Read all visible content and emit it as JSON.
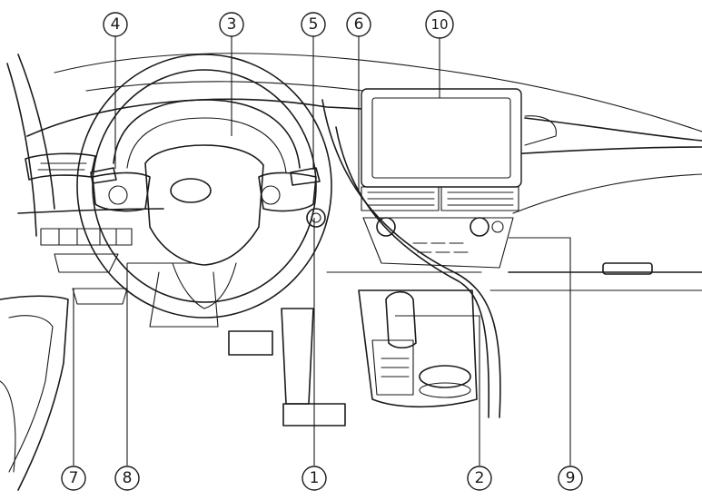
{
  "callouts": [
    {
      "id": "c4",
      "label": "4"
    },
    {
      "id": "c3",
      "label": "3"
    },
    {
      "id": "c5",
      "label": "5"
    },
    {
      "id": "c6",
      "label": "6"
    },
    {
      "id": "c10",
      "label": "10"
    },
    {
      "id": "c7",
      "label": "7"
    },
    {
      "id": "c8",
      "label": "8"
    },
    {
      "id": "c1",
      "label": "1"
    },
    {
      "id": "c2",
      "label": "2"
    },
    {
      "id": "c9",
      "label": "9"
    }
  ]
}
